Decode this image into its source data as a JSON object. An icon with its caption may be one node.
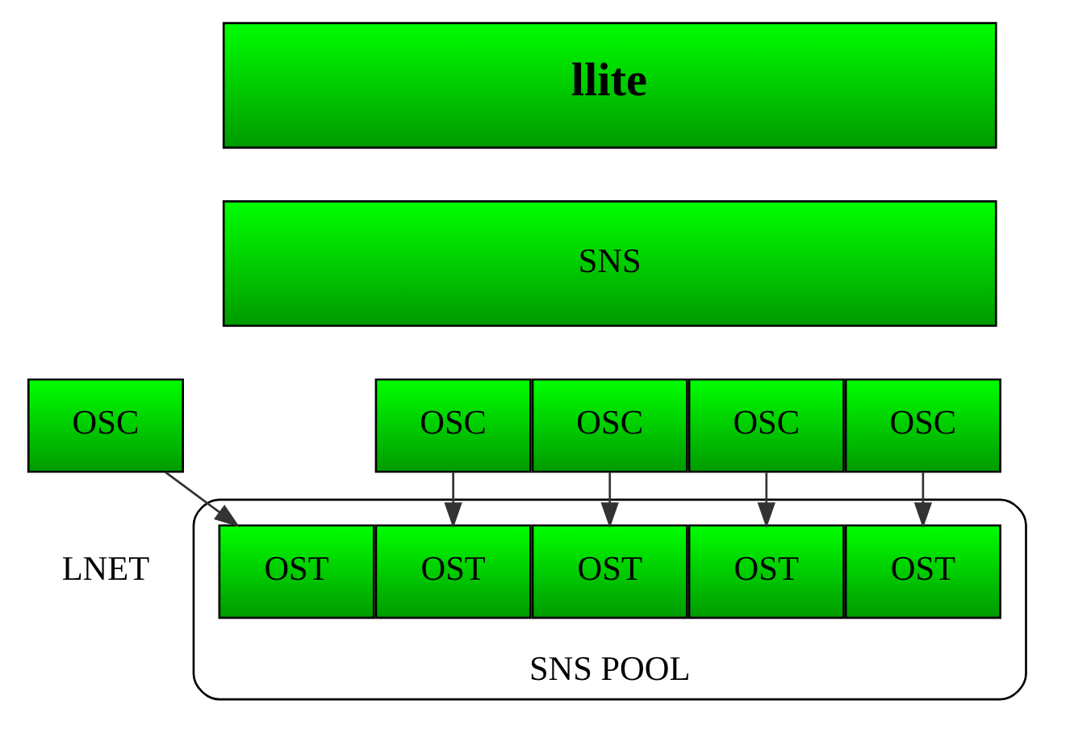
{
  "diagram": {
    "nodes": [
      {
        "text": [
          "llite"
        ]
      },
      {
        "text": [
          "SNS"
        ]
      },
      {
        "text": [
          "OSC"
        ]
      },
      {
        "text": [
          "OSC"
        ]
      },
      {
        "text": [
          "OSC"
        ]
      },
      {
        "text": [
          "OSC"
        ]
      },
      {
        "text": [
          "OSC"
        ]
      },
      {
        "text": [
          "SNS POOL"
        ]
      },
      {
        "text": [
          "OST"
        ],
        "in": 7
      },
      {
        "text": [
          "OST"
        ],
        "in": 7
      },
      {
        "text": [
          "OST"
        ],
        "in": 7
      },
      {
        "text": [
          "OST"
        ],
        "in": 7
      },
      {
        "text": [
          "OST"
        ],
        "in": 7
      }
    ],
    "edges": [
      {
        "from": 2,
        "to": 8,
        "arrow": "to"
      },
      {
        "from": 3,
        "to": 9,
        "arrow": "to"
      },
      {
        "from": 4,
        "to": 10,
        "arrow": "to"
      },
      {
        "from": 5,
        "to": 11,
        "arrow": "to"
      },
      {
        "from": 6,
        "to": 12,
        "arrow": "to"
      }
    ],
    "labels": [
      "LNET"
    ]
  }
}
